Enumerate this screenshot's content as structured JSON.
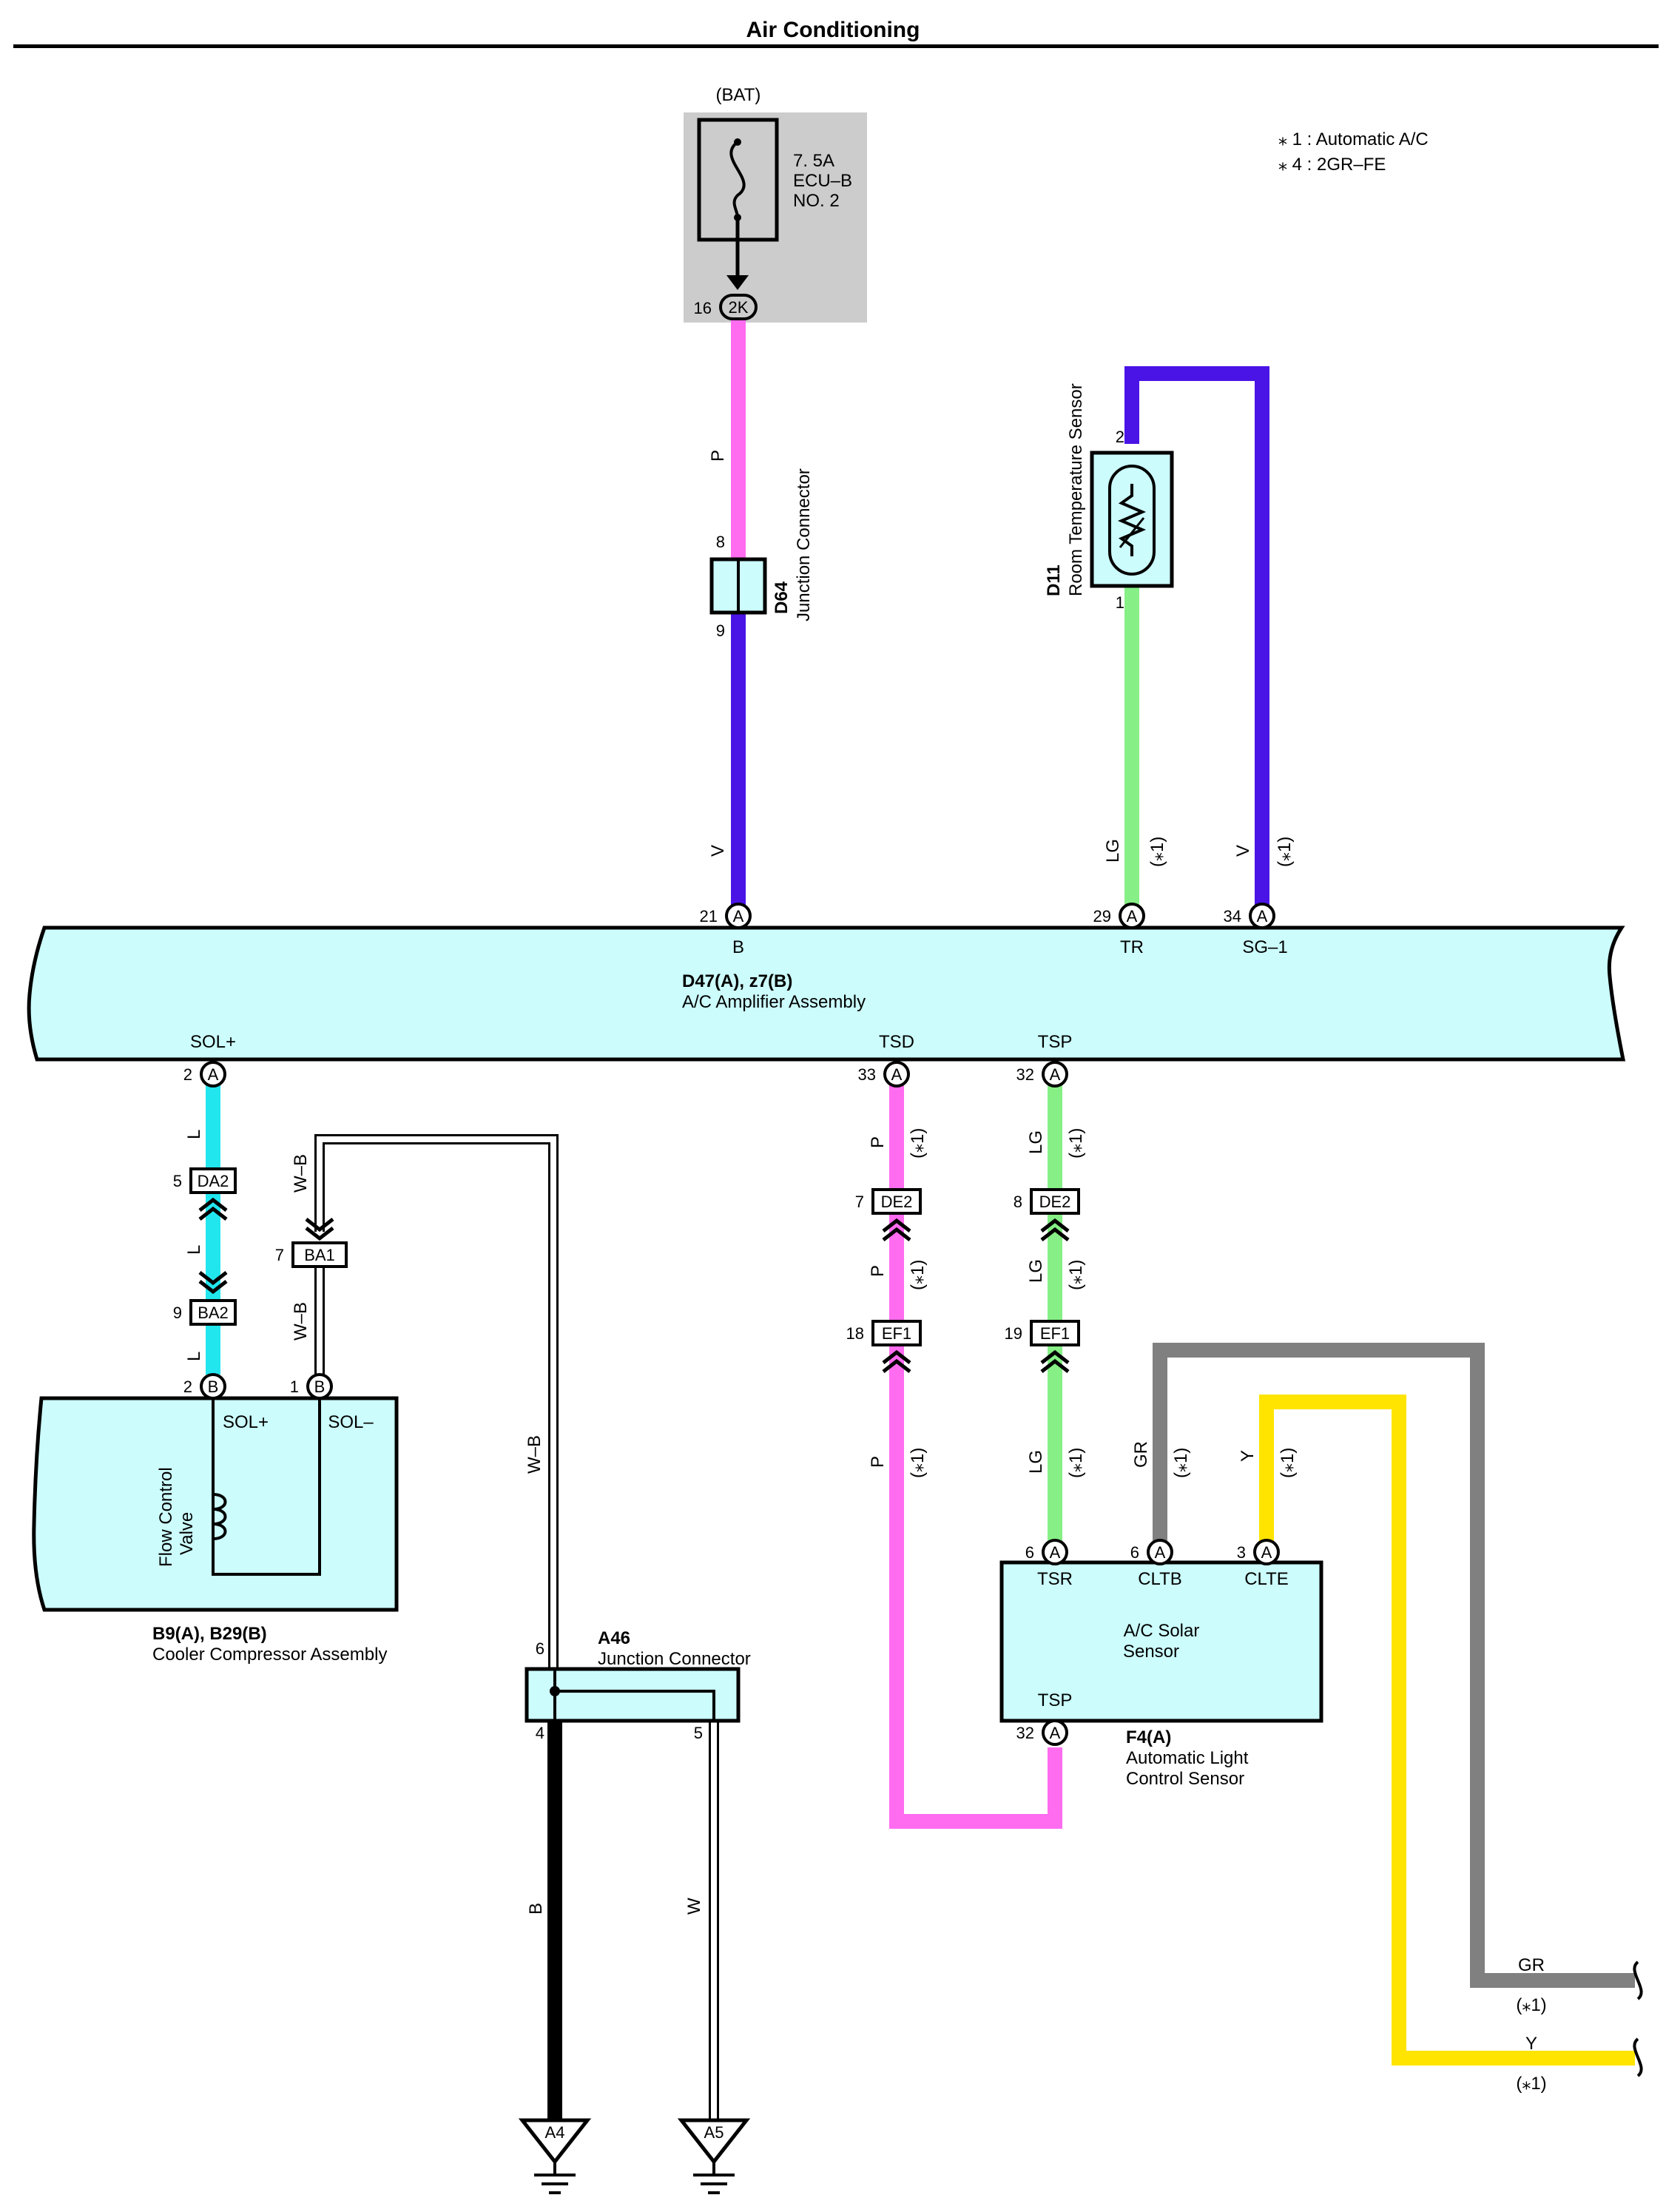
{
  "title": "Air Conditioning",
  "notes": [
    "⁎ 1 : Automatic A/C",
    "⁎ 4 : 2GR–FE"
  ],
  "colors": {
    "P": "#ff6cf0",
    "V": "#4a14e6",
    "L": "#22e6ee",
    "LG": "#86f086",
    "GR": "#808080",
    "Y": "#ffe400",
    "B": "#000000",
    "W": "#ffffff",
    "component_fill": "#ccfcfc",
    "fuse_box_fill": "#cccccc"
  },
  "fuse": {
    "source": "(BAT)",
    "rating": "7. 5A",
    "name": "ECU–B",
    "number": "NO. 2",
    "connector": "2K",
    "pin": "16"
  },
  "d64": {
    "code": "D64",
    "name": "Junction Connector",
    "pin_top": "8",
    "pin_bottom": "9",
    "wire_top": "P",
    "wire_bottom": "V"
  },
  "d11": {
    "code": "D11",
    "name": "Room Temperature Sensor",
    "pin_top": "2",
    "pin_bottom": "1",
    "wire_tr": "LG",
    "wire_sg": "V",
    "note": "(⁎1)"
  },
  "amplifier": {
    "code": "D47(A), z7(B)",
    "name": "A/C Amplifier Assembly",
    "top_pins": [
      {
        "num": "21",
        "conn": "A",
        "term": "B"
      },
      {
        "num": "29",
        "conn": "A",
        "term": "TR"
      },
      {
        "num": "34",
        "conn": "A",
        "term": "SG–1"
      }
    ],
    "bottom_pins": [
      {
        "num": "2",
        "conn": "A",
        "term": "SOL+"
      },
      {
        "num": "33",
        "conn": "A",
        "term": "TSD"
      },
      {
        "num": "32",
        "conn": "A",
        "term": "TSP"
      }
    ]
  },
  "sol_circuit": {
    "wire": "L",
    "c1": {
      "name": "DA2",
      "pin": "5"
    },
    "c2": {
      "name": "BA2",
      "pin": "9"
    },
    "ground_wire": "W–B",
    "c3": {
      "name": "BA1",
      "pin": "7"
    }
  },
  "compressor": {
    "code": "B9(A), B29(B)",
    "name": "Cooler Compressor Assembly",
    "valve": [
      "Flow Control",
      "Valve"
    ],
    "pins": [
      {
        "num": "2",
        "conn": "B",
        "term": "SOL+"
      },
      {
        "num": "1",
        "conn": "B",
        "term": "SOL–"
      }
    ]
  },
  "a46": {
    "code": "A46",
    "name": "Junction Connector",
    "pin_in": "6",
    "pin_out_b": "4",
    "pin_out_w": "5",
    "wire_b": "B",
    "wire_w": "W",
    "ground_left": "A4",
    "ground_right": "A5"
  },
  "tsd_circuit": {
    "wire": "P",
    "c1": {
      "name": "DE2",
      "pin": "7"
    },
    "c2": {
      "name": "EF1",
      "pin": "18"
    },
    "note": "(⁎1)"
  },
  "tsp_circuit": {
    "wire": "LG",
    "c1": {
      "name": "DE2",
      "pin": "8"
    },
    "c2": {
      "name": "EF1",
      "pin": "19"
    },
    "note": "(⁎1)"
  },
  "solar_sensor": {
    "code": "F4(A)",
    "name": [
      "Automatic Light",
      "Control Sensor"
    ],
    "inner": [
      "A/C Solar",
      "Sensor"
    ],
    "pins": [
      {
        "num": "6",
        "conn": "A",
        "term": "TSR"
      },
      {
        "num": "6",
        "conn": "A",
        "term": "CLTB"
      },
      {
        "num": "3",
        "conn": "A",
        "term": "CLTE"
      },
      {
        "num": "32",
        "conn": "A",
        "term": "TSP"
      }
    ],
    "wire_gr": "GR",
    "wire_y": "Y"
  }
}
